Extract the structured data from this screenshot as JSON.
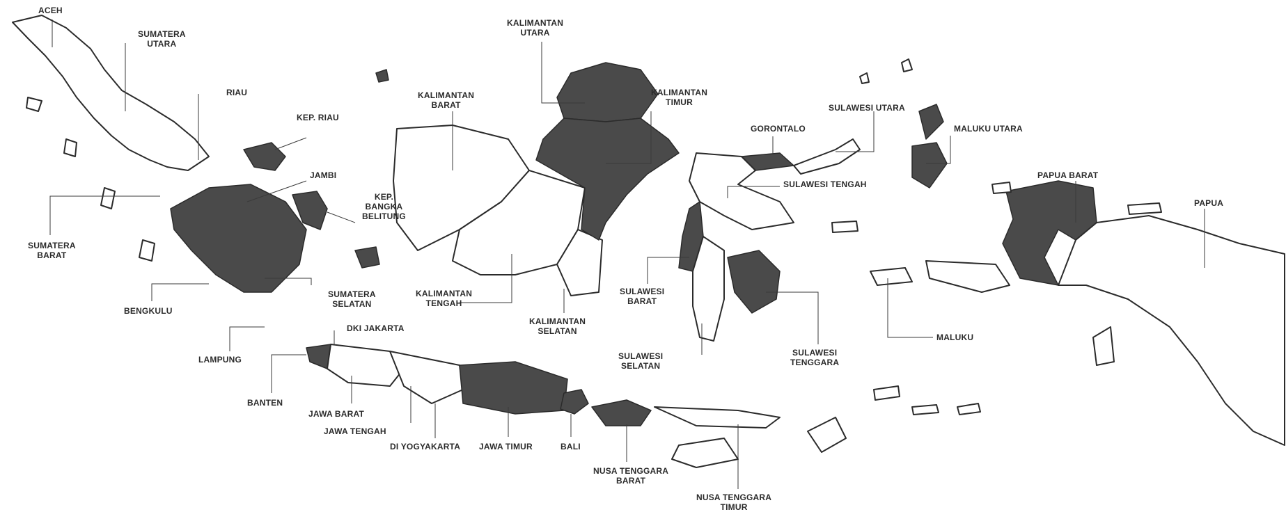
{
  "map": {
    "colors": {
      "background": "#ffffff",
      "outline": "#2b2b2b",
      "shaded": "#4a4a4a",
      "label": "#2b2b2b"
    },
    "regions": [
      {
        "id": "aceh",
        "name": "ACEH",
        "shaded": false
      },
      {
        "id": "sumatera-utara",
        "name": "SUMATERA\nUTARA",
        "shaded": false
      },
      {
        "id": "riau",
        "name": "RIAU",
        "shaded": false
      },
      {
        "id": "kep-riau",
        "name": "KEP. RIAU",
        "shaded": false
      },
      {
        "id": "jambi",
        "name": "JAMBI",
        "shaded": false
      },
      {
        "id": "kep-bangka-belitung",
        "name": "KEP.\nBANGKA\nBELITUNG",
        "shaded": true
      },
      {
        "id": "sumatera-barat",
        "name": "SUMATERA\nBARAT",
        "shaded": false
      },
      {
        "id": "bengkulu",
        "name": "BENGKULU",
        "shaded": false
      },
      {
        "id": "sumatera-selatan",
        "name": "SUMATERA\nSELATAN",
        "shaded": true
      },
      {
        "id": "lampung",
        "name": "LAMPUNG",
        "shaded": true
      },
      {
        "id": "dki-jakarta",
        "name": "DKI JAKARTA",
        "shaded": false
      },
      {
        "id": "banten",
        "name": "BANTEN",
        "shaded": true
      },
      {
        "id": "jawa-barat",
        "name": "JAWA BARAT",
        "shaded": false
      },
      {
        "id": "jawa-tengah",
        "name": "JAWA TENGAH",
        "shaded": false
      },
      {
        "id": "di-yogyakarta",
        "name": "DI YOGYAKARTA",
        "shaded": true
      },
      {
        "id": "jawa-timur",
        "name": "JAWA TIMUR",
        "shaded": true
      },
      {
        "id": "bali",
        "name": "BALI",
        "shaded": true
      },
      {
        "id": "nusa-tenggara-barat",
        "name": "NUSA TENGGARA\nBARAT",
        "shaded": true
      },
      {
        "id": "nusa-tenggara-timur",
        "name": "NUSA TENGGARA\nTIMUR",
        "shaded": false
      },
      {
        "id": "kalimantan-utara",
        "name": "KALIMANTAN\nUTARA",
        "shaded": true
      },
      {
        "id": "kalimantan-barat",
        "name": "KALIMANTAN\nBARAT",
        "shaded": false
      },
      {
        "id": "kalimantan-timur",
        "name": "KALIMANTAN\nTIMUR",
        "shaded": true
      },
      {
        "id": "kalimantan-tengah",
        "name": "KALIMANTAN\nTENGAH",
        "shaded": false
      },
      {
        "id": "kalimantan-selatan",
        "name": "KALIMANTAN\nSELATAN",
        "shaded": false
      },
      {
        "id": "gorontalo",
        "name": "GORONTALO",
        "shaded": true
      },
      {
        "id": "sulawesi-utara",
        "name": "SULAWESI UTARA",
        "shaded": false
      },
      {
        "id": "sulawesi-tengah",
        "name": "SULAWESI TENGAH",
        "shaded": false
      },
      {
        "id": "sulawesi-barat",
        "name": "SULAWESI\nBARAT",
        "shaded": true
      },
      {
        "id": "sulawesi-selatan",
        "name": "SULAWESI\nSELATAN",
        "shaded": false
      },
      {
        "id": "sulawesi-tenggara",
        "name": "SULAWESI\nTENGGARA",
        "shaded": true
      },
      {
        "id": "maluku-utara",
        "name": "MALUKU UTARA",
        "shaded": true
      },
      {
        "id": "maluku",
        "name": "MALUKU",
        "shaded": false
      },
      {
        "id": "papua-barat",
        "name": "PAPUA BARAT",
        "shaded": true
      },
      {
        "id": "papua",
        "name": "PAPUA",
        "shaded": false
      }
    ]
  }
}
